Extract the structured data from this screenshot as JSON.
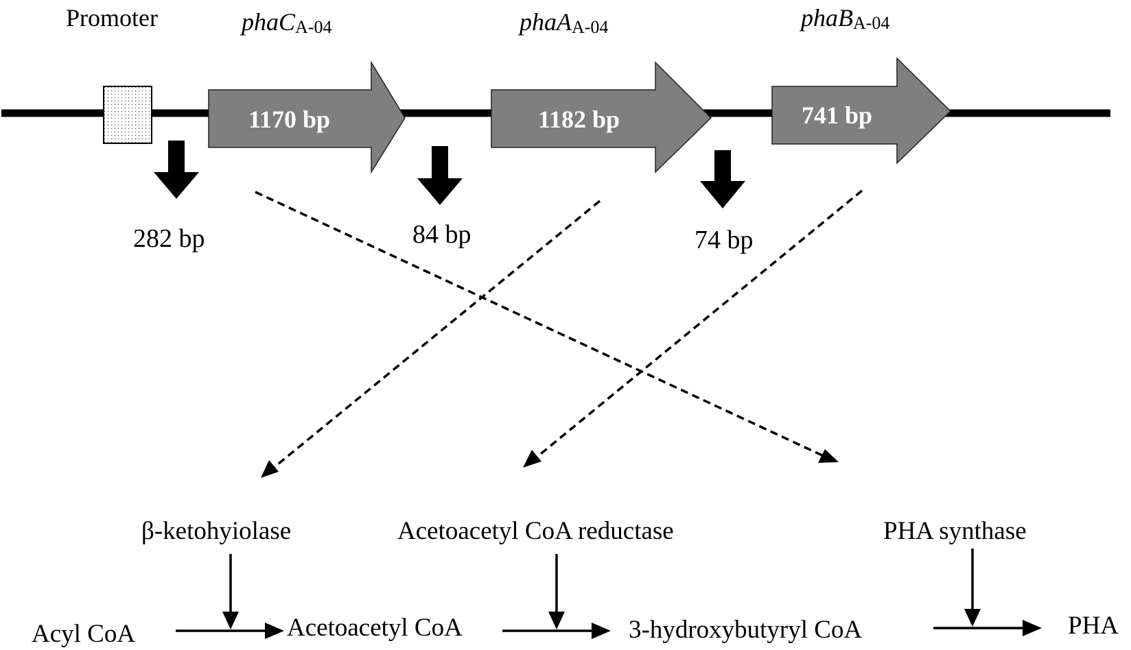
{
  "promoter_label": "Promoter",
  "genes": [
    {
      "name": "phaC",
      "sub": "A-04",
      "size": "1170 bp"
    },
    {
      "name": "phaA",
      "sub": "A-04",
      "size": "1182 bp"
    },
    {
      "name": "phaB",
      "sub": "A-04",
      "size": "741 bp"
    }
  ],
  "spacers": [
    "282 bp",
    "84 bp",
    "74 bp"
  ],
  "enzymes": {
    "ketothiolase": "β-ketohyiolase",
    "reductase": "Acetoacetyl CoA reductase",
    "synthase": "PHA synthase"
  },
  "pathway": {
    "acyl": "Acyl CoA",
    "acetoacetyl": "Acetoacetyl CoA",
    "hydroxy": "3-hydroxybutyryl CoA",
    "pha": "PHA"
  },
  "colors": {
    "gene_fill": "#7f7f7f",
    "line": "#000000"
  }
}
